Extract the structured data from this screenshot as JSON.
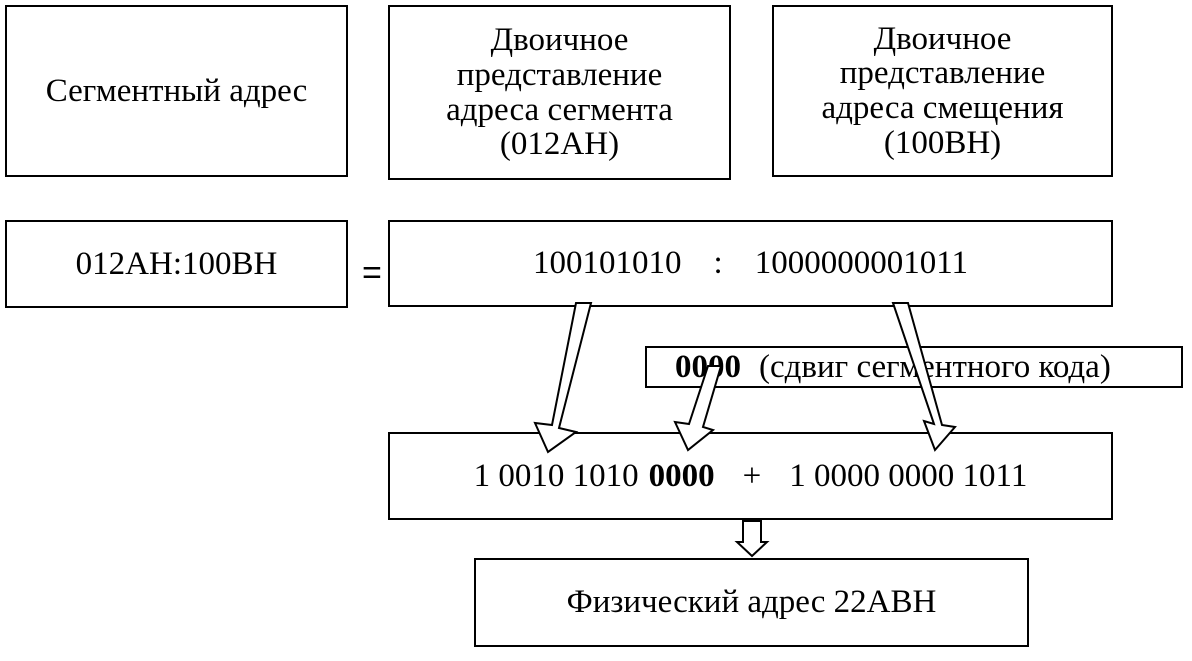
{
  "boxes": {
    "segment_address_label": "Сегментный адрес",
    "segment_binary": {
      "line1": "Двоичное",
      "line2": "представление",
      "line3": "адреса сегмента",
      "line4": "(012AH)"
    },
    "offset_binary": {
      "line1": "Двоичное",
      "line2": "представление",
      "line3": "адреса смещения",
      "line4": "(100BH)"
    },
    "logical_address": "012AH:100BH",
    "equals": "=",
    "binary_pair": {
      "segment_bits": "100101010",
      "separator": ":",
      "offset_bits": "1000000001011"
    },
    "shift_note": {
      "zeros": "0000",
      "text": "(сдвиг сегментного кода)"
    },
    "sum": {
      "segment_part": "1 0010 1010",
      "shift_zeros": "0000",
      "plus": "+",
      "offset_part": "1 0000 0000 1011"
    },
    "physical_address": "Физический адрес 22ABH"
  }
}
